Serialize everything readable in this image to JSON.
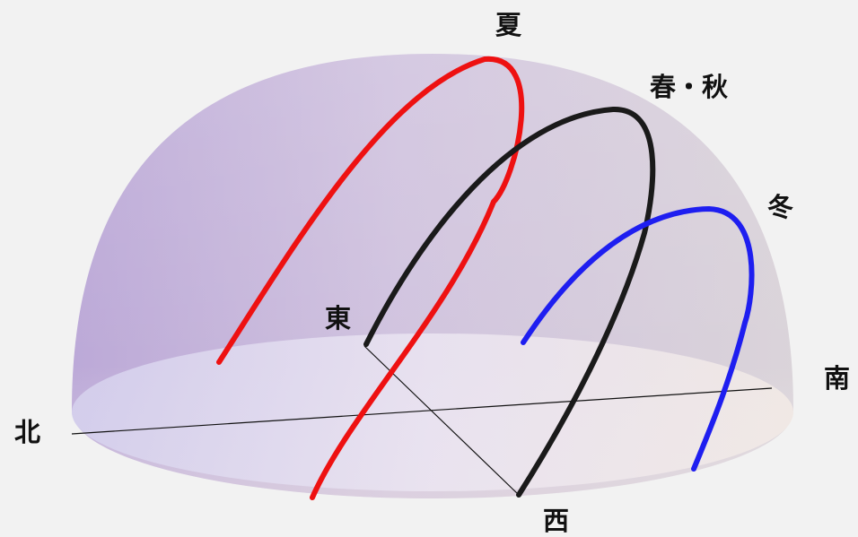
{
  "labels": {
    "summer": "夏",
    "equinox": "春・秋",
    "winter": "冬",
    "north": "北",
    "south": "南",
    "east": "東",
    "west": "西"
  },
  "paths": [
    {
      "season_label": "summer",
      "color": "#ee1111"
    },
    {
      "season_label": "equinox",
      "color": "#1a1a1a"
    },
    {
      "season_label": "winter",
      "color": "#1e1ef0"
    }
  ],
  "colors": {
    "background": "#f2f2f2",
    "dome_left": "#b8a8d8",
    "dome_right": "#d8d0d8",
    "ground_plane": "#e4e0f0",
    "axis_line": "#111111"
  }
}
